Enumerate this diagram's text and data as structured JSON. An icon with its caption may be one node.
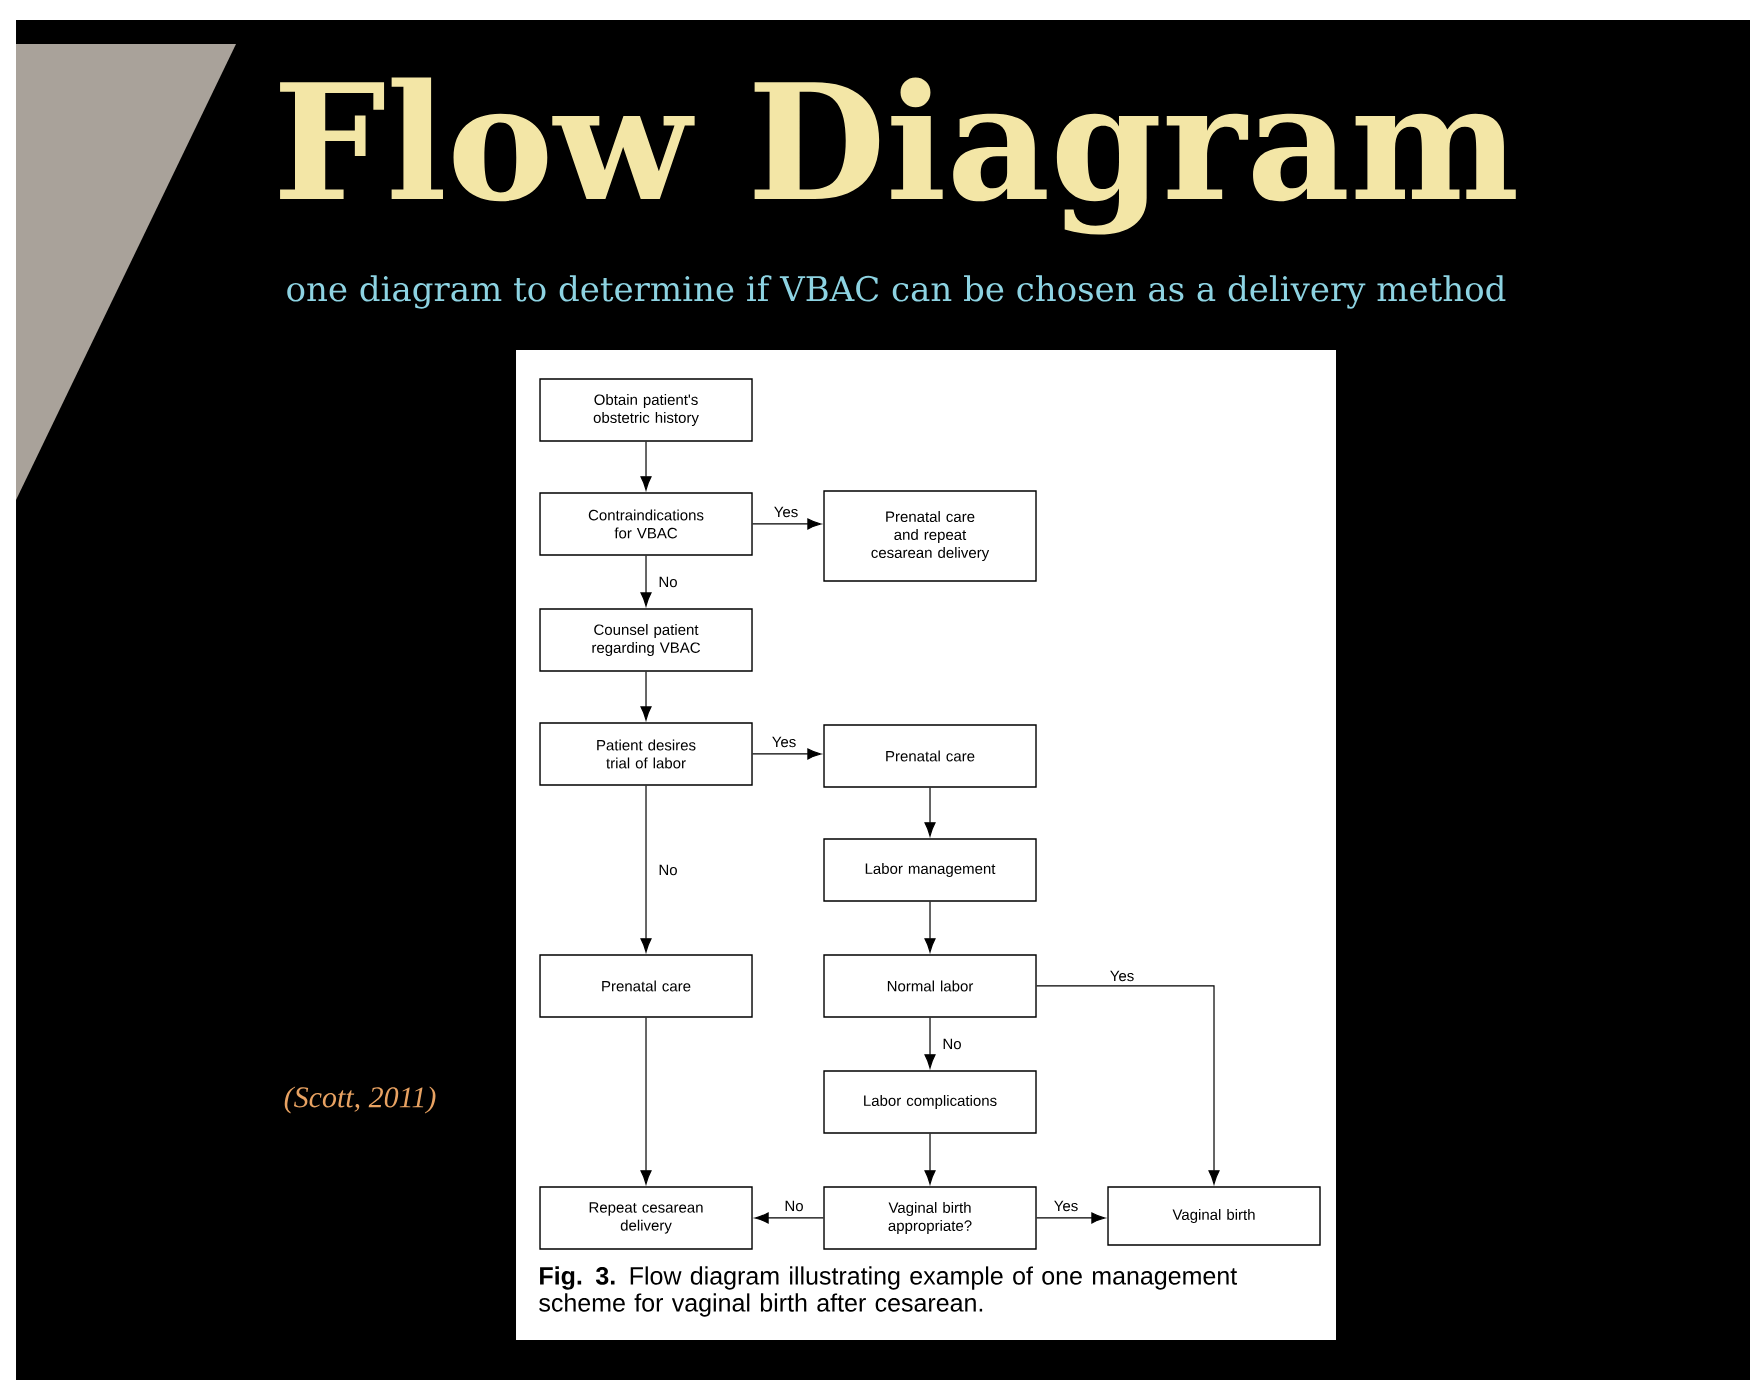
{
  "diagram": {
    "title": "Flow Diagram",
    "caption": "**Fig. 3.** Flow diagram illustrating example of one management scheme for vaginal birth after cesarean.",
    "nodes": [
      {
        "text": [
          "Obtain patient's obstetric history"
        ]
      },
      {
        "text": [
          "Contraindications for VBAC"
        ]
      },
      {
        "text": [
          "Prenatal care and repeat cesarean delivery"
        ]
      },
      {
        "text": [
          "Counsel patient regarding VBAC"
        ]
      },
      {
        "text": [
          "Patient desires trial of labor"
        ]
      },
      {
        "text": [
          "Prenatal care"
        ]
      },
      {
        "text": [
          "Labor management"
        ]
      },
      {
        "text": [
          "Prenatal care"
        ]
      },
      {
        "text": [
          "Normal labor"
        ]
      },
      {
        "text": [
          "Labor complications"
        ]
      },
      {
        "text": [
          "Repeat cesarean delivery"
        ]
      },
      {
        "text": [
          "Vaginal birth appropriate?"
        ]
      },
      {
        "text": [
          "Vaginal birth"
        ]
      }
    ],
    "edges": [
      {
        "from": 0,
        "to": 1,
        "arrow": "to"
      },
      {
        "from": 1,
        "to": 2,
        "arrow": "to",
        "label": "Yes"
      },
      {
        "from": 1,
        "to": 3,
        "arrow": "to",
        "label": "No"
      },
      {
        "from": 3,
        "to": 4,
        "arrow": "to"
      },
      {
        "from": 4,
        "to": 5,
        "arrow": "to",
        "label": "Yes"
      },
      {
        "from": 4,
        "to": 7,
        "arrow": "to",
        "label": "No"
      },
      {
        "from": 5,
        "to": 6,
        "arrow": "to"
      },
      {
        "from": 6,
        "to": 8,
        "arrow": "to"
      },
      {
        "from": 8,
        "to": 12,
        "arrow": "to",
        "label": "Yes"
      },
      {
        "from": 8,
        "to": 9,
        "arrow": "to",
        "label": "No"
      },
      {
        "from": 9,
        "to": 11,
        "arrow": "to"
      },
      {
        "from": 7,
        "to": 10,
        "arrow": "to"
      },
      {
        "from": 11,
        "to": 10,
        "arrow": "to",
        "label": "No"
      },
      {
        "from": 11,
        "to": 12,
        "arrow": "to",
        "label": "Yes"
      }
    ],
    "labels": [
      "one diagram to determine if VBAC can be chosen as a delivery method",
      "(Scott, 2011)"
    ]
  }
}
